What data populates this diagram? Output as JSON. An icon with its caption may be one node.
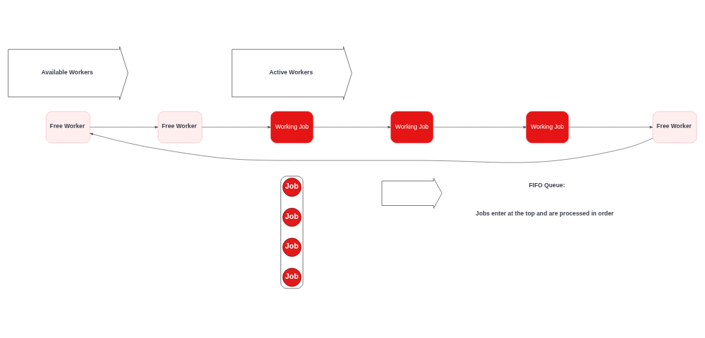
{
  "diagram": {
    "nodes": [
      {
        "text": [],
        "shape": "box"
      },
      {
        "text": [
          "Job"
        ],
        "in": 0
      },
      {
        "text": [
          "Job"
        ],
        "in": 0
      },
      {
        "text": [
          "Job"
        ],
        "in": 0
      },
      {
        "text": [
          "Job"
        ],
        "in": 0
      },
      {
        "text": [],
        "shape": "arrow"
      },
      {
        "text": [
          "Free Worker"
        ]
      },
      {
        "text": [
          "Free Worker"
        ]
      },
      {
        "text": [
          "Working Job"
        ]
      },
      {
        "text": [
          "Working Job"
        ]
      },
      {
        "text": [
          "Working Job"
        ]
      },
      {
        "text": [
          "Free Worker"
        ]
      },
      {
        "text": [
          "Available Workers"
        ]
      },
      {
        "text": [
          "Active Workers"
        ]
      }
    ],
    "edges": [
      {
        "from": 6,
        "to": 7,
        "arrow": "to"
      },
      {
        "from": 7,
        "to": 8,
        "arrow": "to"
      },
      {
        "from": 8,
        "to": 9,
        "arrow": "to"
      },
      {
        "from": 9,
        "to": 10,
        "arrow": "to"
      },
      {
        "from": 10,
        "to": 11,
        "arrow": "to"
      },
      {
        "from": 11,
        "to": 6,
        "arrow": "to"
      }
    ],
    "labels": [
      "FIFO Queue:",
      "Jobs enter at the top and are processed in order"
    ]
  }
}
